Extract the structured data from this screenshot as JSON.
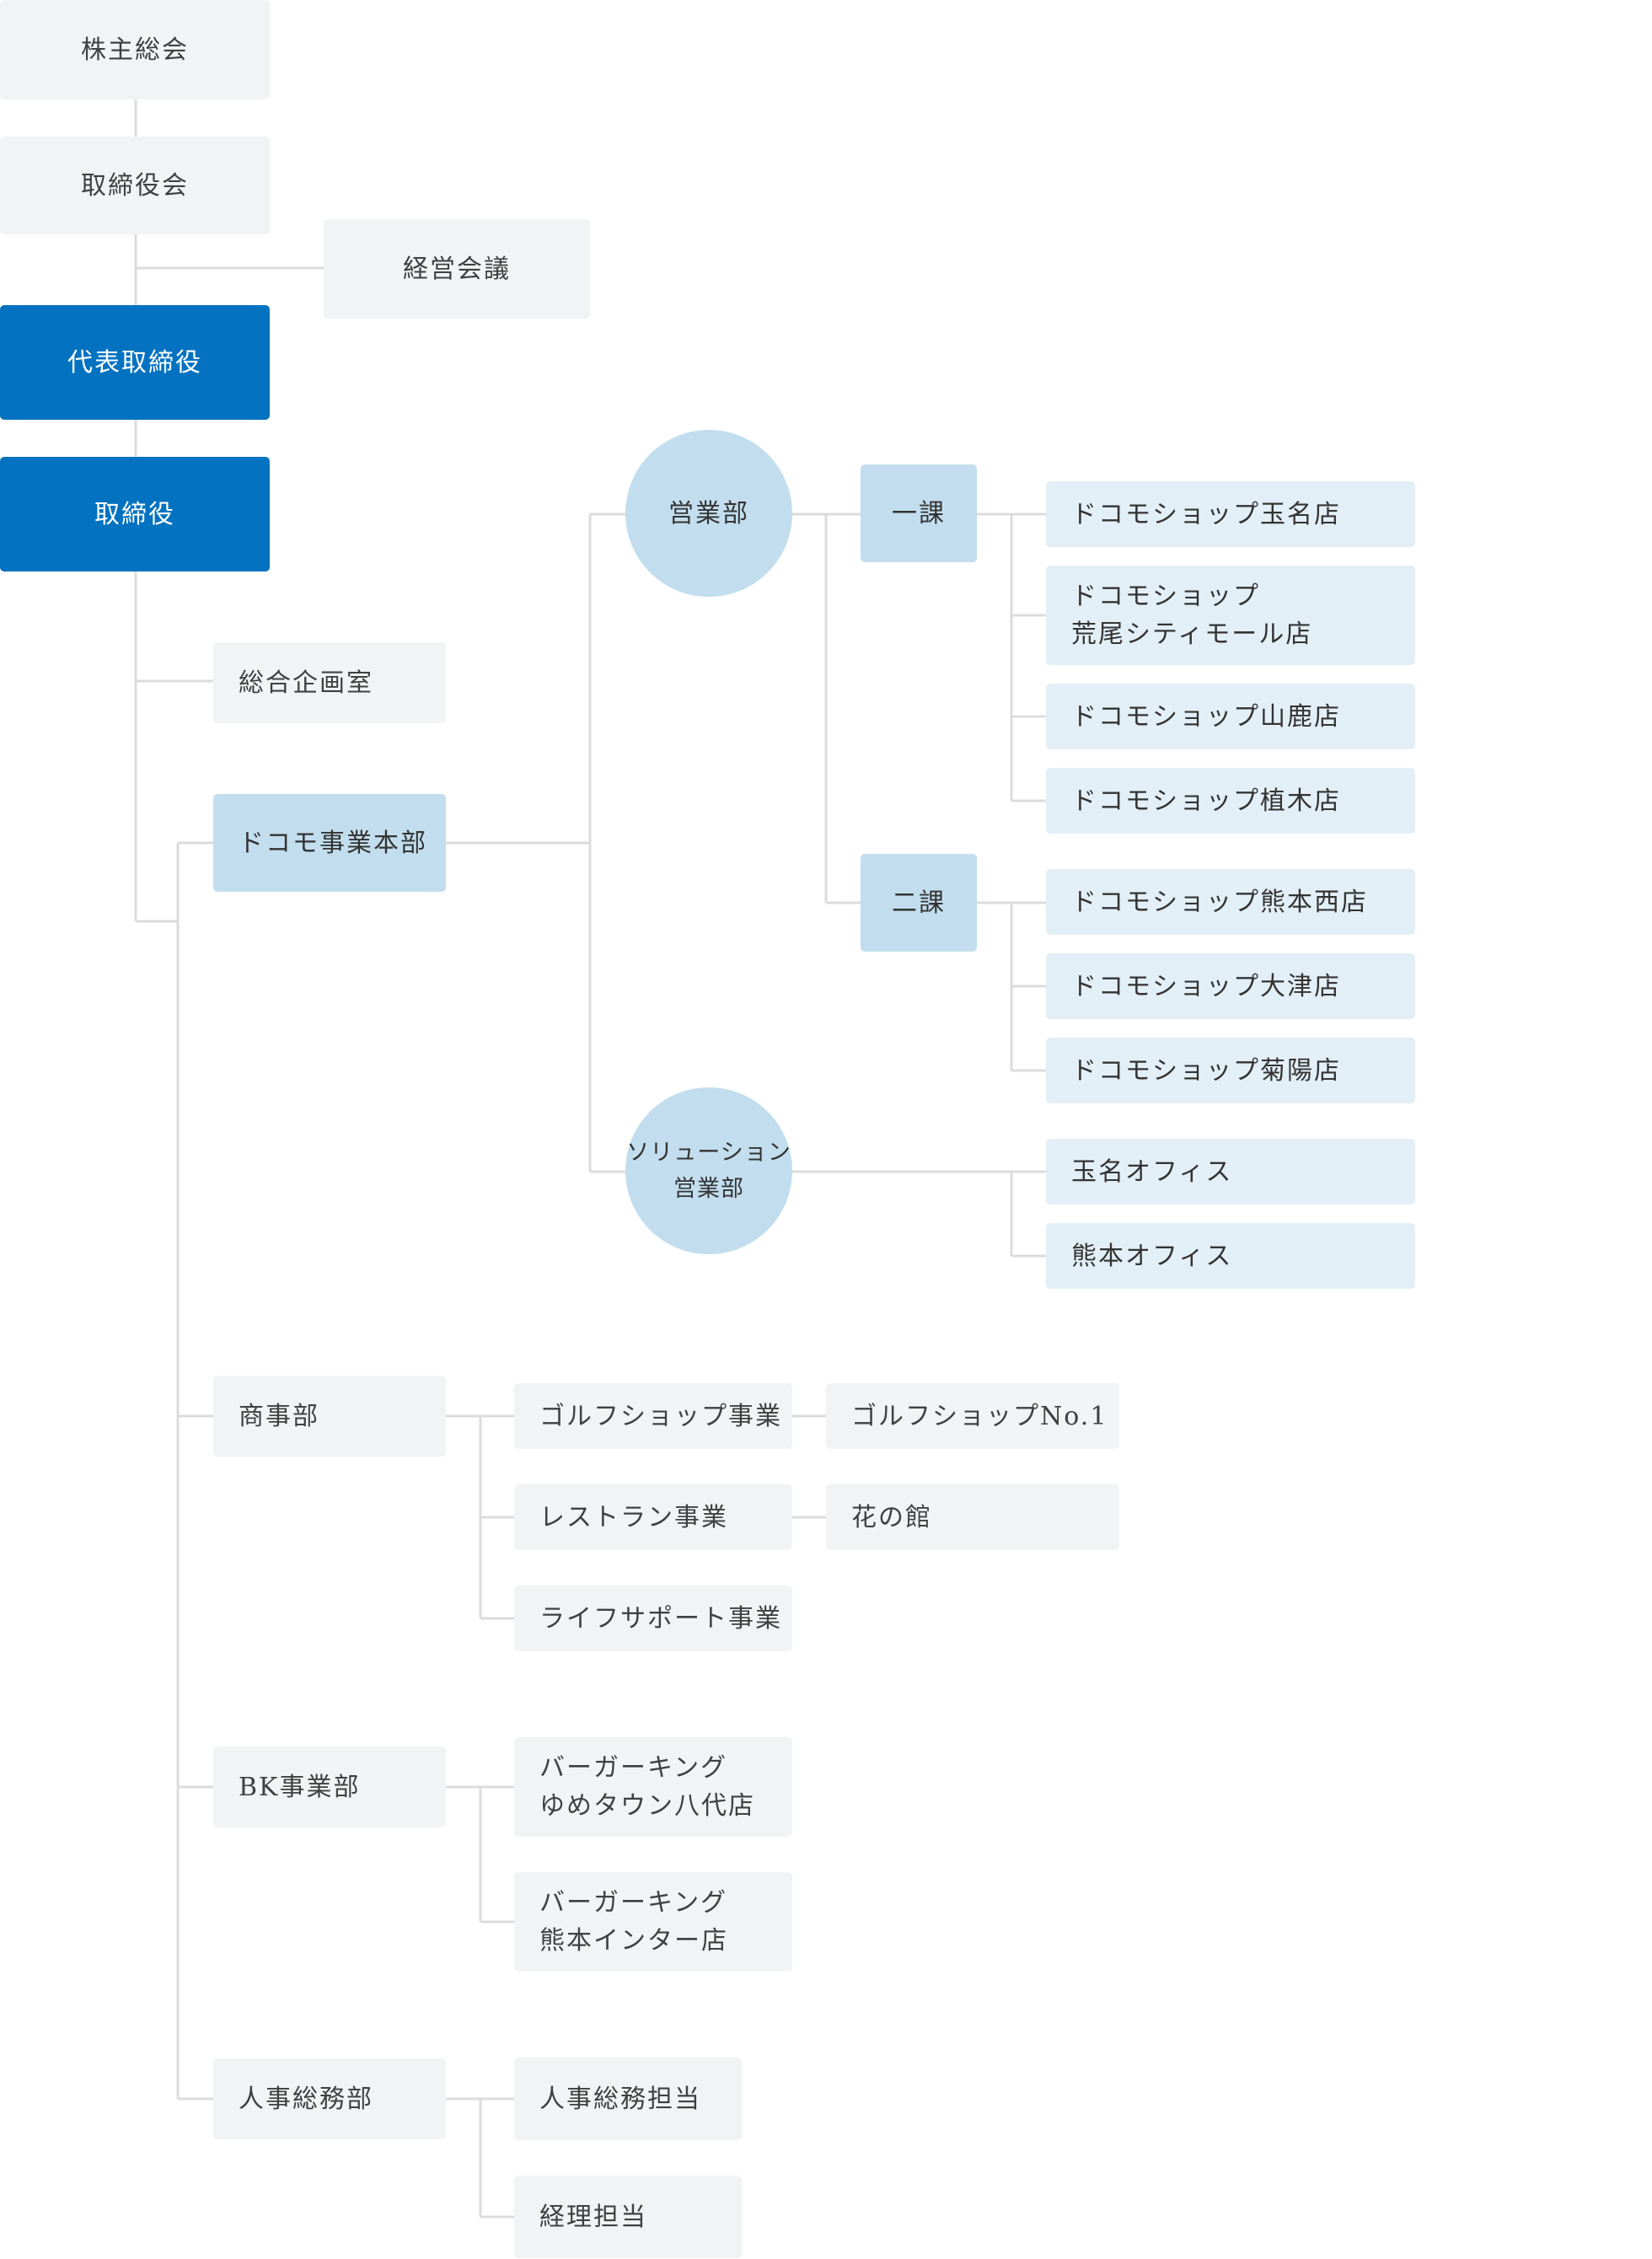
{
  "nodes": {
    "shareholders": "株主総会",
    "board": "取締役会",
    "management_meeting": "経営会議",
    "representative_director": "代表取締役",
    "director": "取締役",
    "planning_office": "総合企画室",
    "docomo_hq": "ドコモ事業本部",
    "sales_dept": "営業部",
    "section_1": "一課",
    "section_2": "二課",
    "solution_sales": "ソリューション\n営業部",
    "tamana_shop": "ドコモショップ玉名店",
    "arao_shop": "ドコモショップ\n荒尾シティモール店",
    "yamaga_shop": "ドコモショップ山鹿店",
    "ueki_shop": "ドコモショップ植木店",
    "kumamoto_nishi_shop": "ドコモショップ熊本西店",
    "ozu_shop": "ドコモショップ大津店",
    "kikuyo_shop": "ドコモショップ菊陽店",
    "tamana_office": "玉名オフィス",
    "kumamoto_office": "熊本オフィス",
    "trading_dept": "商事部",
    "golf_business": "ゴルフショップ事業",
    "golf_shop_no1": "ゴルフショップNo.1",
    "restaurant_business": "レストラン事業",
    "hana_no_yakata": "花の館",
    "life_support": "ライフサポート事業",
    "bk_dept": "BK事業部",
    "bk_youme": "バーガーキング\nゆめタウン八代店",
    "bk_inter": "バーガーキング\n熊本インター店",
    "hr_dept": "人事総務部",
    "hr_staff": "人事総務担当",
    "accounting_staff": "経理担当"
  },
  "colors": {
    "primary": "#0272c1",
    "light_blue": "#c2deee",
    "pale_blue": "#e3eff7",
    "grey": "#f1f3f4",
    "connector": "#dcdcdc"
  }
}
